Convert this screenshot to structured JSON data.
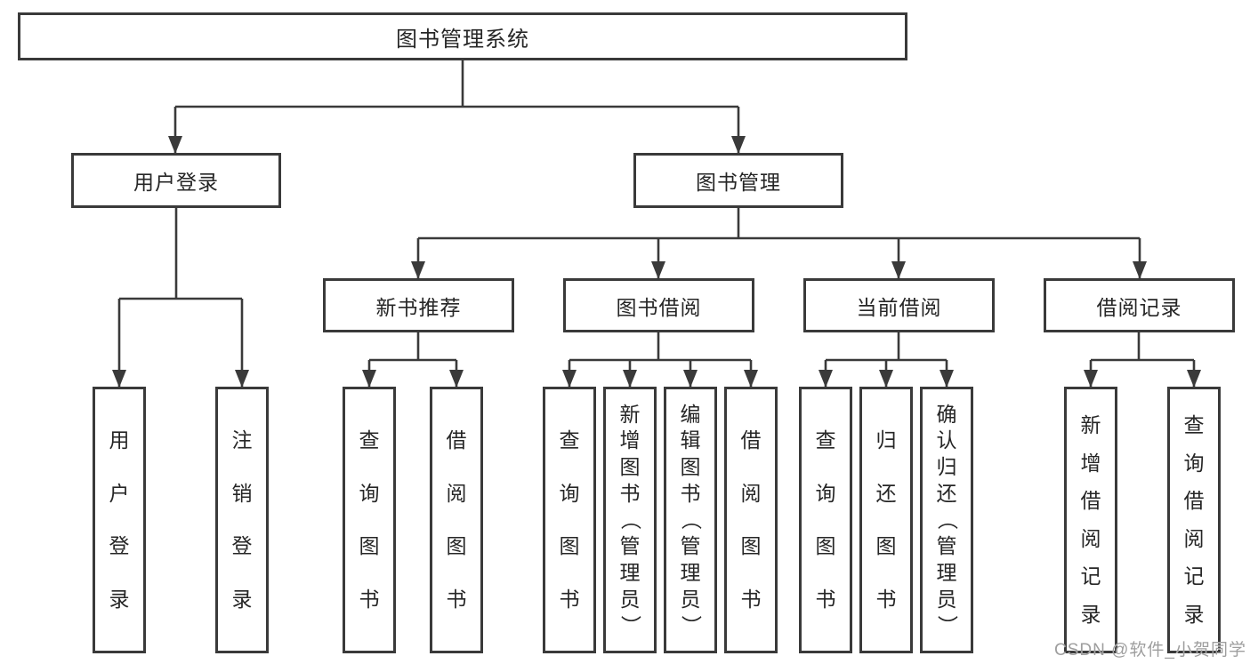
{
  "tree": {
    "root": {
      "label": "图书管理系统"
    },
    "user_login": {
      "label": "用户登录",
      "children": [
        {
          "label": "用户登录"
        },
        {
          "label": "注销登录"
        }
      ]
    },
    "book_mgmt": {
      "label": "图书管理",
      "sections": [
        {
          "label": "新书推荐",
          "children": [
            {
              "label": "查询图书"
            },
            {
              "label": "借阅图书"
            }
          ]
        },
        {
          "label": "图书借阅",
          "children": [
            {
              "label": "查询图书"
            },
            {
              "label": "新增图书（管理员）"
            },
            {
              "label": "编辑图书（管理员）"
            },
            {
              "label": "借阅图书"
            }
          ]
        },
        {
          "label": "当前借阅",
          "children": [
            {
              "label": "查询图书"
            },
            {
              "label": "归还图书"
            },
            {
              "label": "确认归还（管理员）"
            }
          ]
        },
        {
          "label": "借阅记录",
          "children": [
            {
              "label": "新增借阅记录"
            },
            {
              "label": "查询借阅记录"
            }
          ]
        }
      ]
    }
  },
  "watermark": {
    "text": "CSDN @软件_小贺同学"
  },
  "colors": {
    "line": "#3a3a3a",
    "box_border": "#3a3a3a",
    "text": "#262626",
    "watermark": "#9e9e9e",
    "background": "#ffffff"
  }
}
